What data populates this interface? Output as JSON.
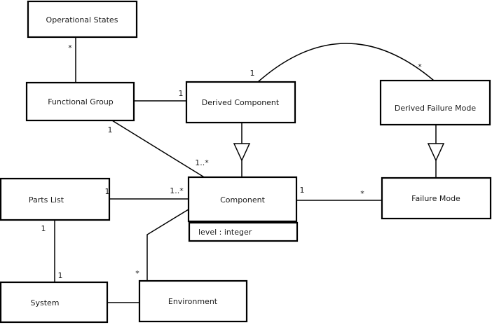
{
  "diagram": {
    "type": "uml-class-diagram",
    "background_color": "#ffffff",
    "line_color": "#000000",
    "text_color": "#1a1a1a",
    "nodes": [
      {
        "id": "operational-states",
        "label": "Operational States"
      },
      {
        "id": "functional-group",
        "label": "Functional Group"
      },
      {
        "id": "derived-component",
        "label": "Derived Component"
      },
      {
        "id": "derived-failure-mode",
        "label": "Derived Failure Mode"
      },
      {
        "id": "parts-list",
        "label": "Parts List"
      },
      {
        "id": "component",
        "label": "Component",
        "attributes": [
          "level : integer"
        ]
      },
      {
        "id": "failure-mode",
        "label": "Failure Mode"
      },
      {
        "id": "system",
        "label": "System"
      },
      {
        "id": "environment",
        "label": "Environment"
      }
    ],
    "edges": [
      {
        "from": "operational-states",
        "to": "functional-group",
        "type": "association",
        "source_label": "*"
      },
      {
        "from": "functional-group",
        "to": "derived-component",
        "type": "association",
        "target_label": "1"
      },
      {
        "from": "functional-group",
        "to": "component",
        "type": "association",
        "source_label": "1",
        "target_label": "1..*"
      },
      {
        "from": "derived-component",
        "to": "component",
        "type": "generalization"
      },
      {
        "from": "derived-component",
        "to": "derived-failure-mode",
        "type": "association",
        "source_label": "1",
        "target_label": "*"
      },
      {
        "from": "parts-list",
        "to": "component",
        "type": "association",
        "source_label": "1",
        "target_label": "1..*"
      },
      {
        "from": "component",
        "to": "failure-mode",
        "type": "association",
        "source_label": "1",
        "target_label": "*"
      },
      {
        "from": "derived-failure-mode",
        "to": "failure-mode",
        "type": "generalization"
      },
      {
        "from": "parts-list",
        "to": "system",
        "type": "association",
        "source_label": "1",
        "target_label": "1"
      },
      {
        "from": "system",
        "to": "environment",
        "type": "association"
      },
      {
        "from": "environment",
        "to": "component",
        "type": "association",
        "source_label": "*"
      }
    ]
  }
}
